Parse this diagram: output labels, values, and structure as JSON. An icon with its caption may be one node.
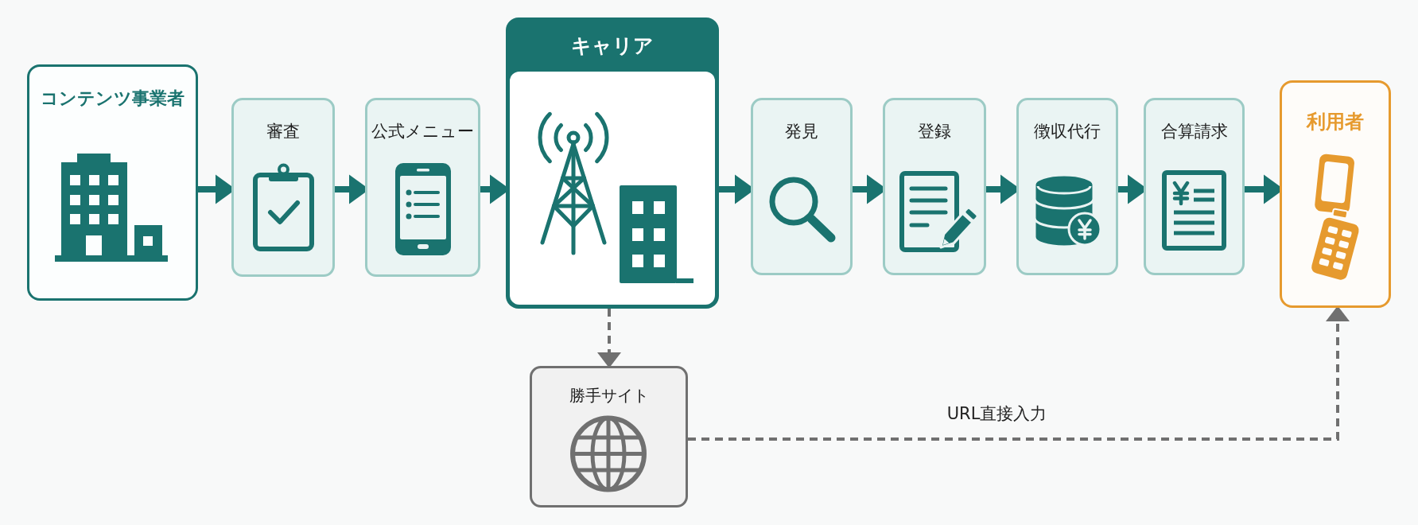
{
  "diagram": {
    "nodes": [
      {
        "text": [
          "コンテンツ事業者"
        ]
      },
      {
        "text": [
          "審査"
        ]
      },
      {
        "text": [
          "公式メニュー"
        ]
      },
      {
        "text": [
          "キャリア"
        ]
      },
      {
        "text": [
          "発見"
        ]
      },
      {
        "text": [
          "登録"
        ]
      },
      {
        "text": [
          "徴収代行"
        ]
      },
      {
        "text": [
          "合算請求"
        ]
      },
      {
        "text": [
          "利用者"
        ]
      },
      {
        "text": [
          "勝手サイト"
        ]
      }
    ],
    "edges": [
      {
        "from": 0,
        "to": 1,
        "arrow": "to"
      },
      {
        "from": 1,
        "to": 2,
        "arrow": "to"
      },
      {
        "from": 2,
        "to": 3,
        "arrow": "to"
      },
      {
        "from": 3,
        "to": 4,
        "arrow": "to"
      },
      {
        "from": 4,
        "to": 5,
        "arrow": "to"
      },
      {
        "from": 5,
        "to": 6,
        "arrow": "to"
      },
      {
        "from": 6,
        "to": 7,
        "arrow": "to"
      },
      {
        "from": 7,
        "to": 8,
        "arrow": "to"
      },
      {
        "from": 3,
        "to": 9,
        "arrow": "to",
        "style": "dashed",
        "color": "#707070"
      },
      {
        "from": 9,
        "to": 8,
        "arrow": "to",
        "label": "URL直接入力",
        "style": "dashed",
        "color": "#707070"
      }
    ]
  }
}
